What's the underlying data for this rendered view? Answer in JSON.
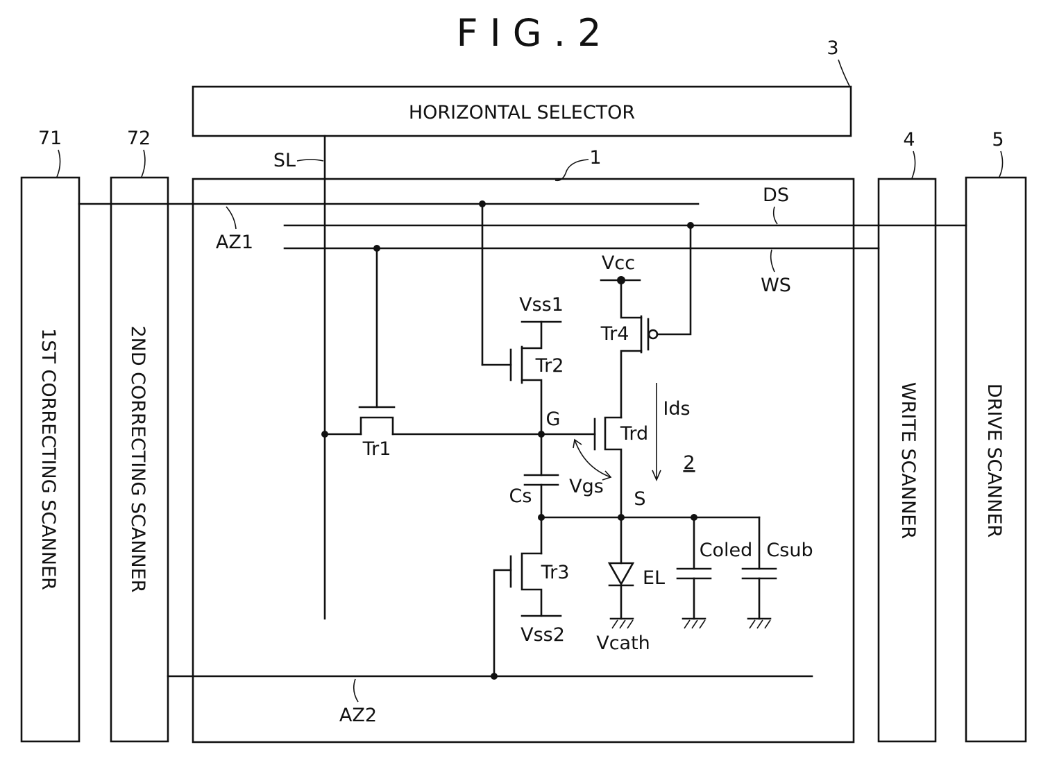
{
  "figure": {
    "title": "F I G . 2"
  },
  "blocks": {
    "horizontal_selector": {
      "ref": "3",
      "label": "HORIZONTAL SELECTOR"
    },
    "pixel_array": {
      "ref": "1"
    },
    "scanner_1st": {
      "ref": "71",
      "label": "1ST CORRECTING SCANNER"
    },
    "scanner_2nd": {
      "ref": "72",
      "label": "2ND CORRECTING SCANNER"
    },
    "write_scanner": {
      "ref": "4",
      "label": "WRITE SCANNER"
    },
    "drive_scanner": {
      "ref": "5",
      "label": "DRIVE SCANNER"
    }
  },
  "lines": {
    "sl": "SL",
    "az1": "AZ1",
    "az2": "AZ2",
    "ds": "DS",
    "ws": "WS"
  },
  "components": {
    "tr1": "Tr1",
    "tr2": "Tr2",
    "tr3": "Tr3",
    "tr4": "Tr4",
    "trd": "Trd",
    "cs": "Cs",
    "el": "EL",
    "coled": "Coled",
    "csub": "Csub"
  },
  "nodes": {
    "vcc": "Vcc",
    "vss1": "Vss1",
    "vss2": "Vss2",
    "vcath": "Vcath",
    "g": "G",
    "s": "S",
    "ids": "Ids",
    "vgs": "Vgs",
    "pixel_ref": "2"
  }
}
